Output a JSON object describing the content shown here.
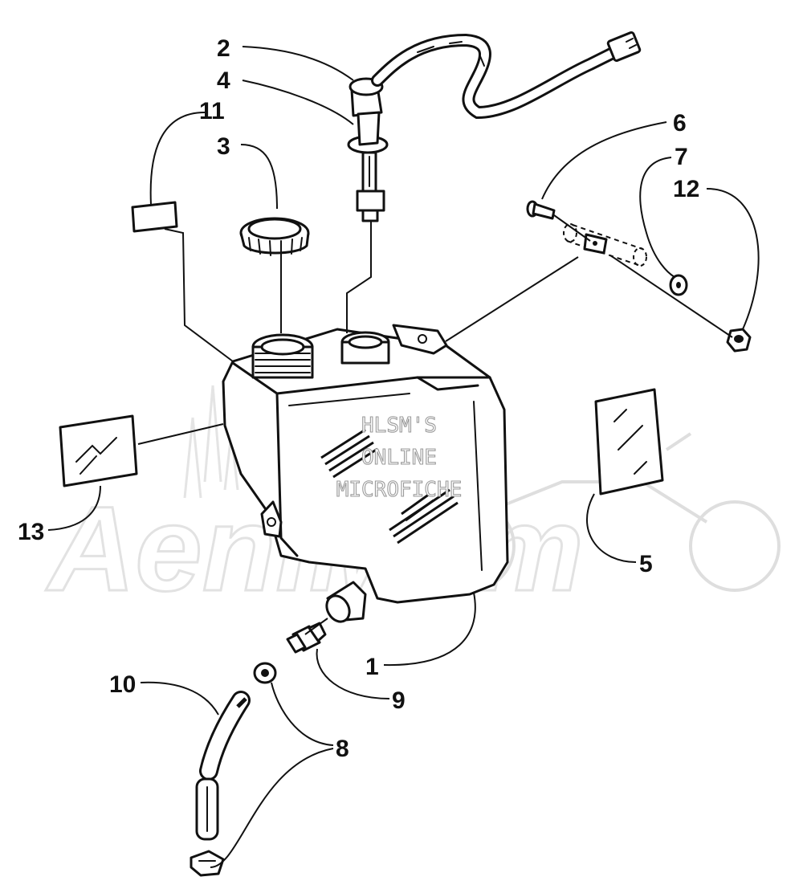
{
  "watermark": {
    "line1": "HLSM'S",
    "line2": "ONLINE",
    "line3": "MICROFICHE",
    "brand": "AeniMam"
  },
  "callouts": {
    "c1": "1",
    "c2": "2",
    "c3": "3",
    "c4": "4",
    "c5": "5",
    "c6": "6",
    "c7": "7",
    "c8": "8",
    "c9": "9",
    "c10": "10",
    "c11": "11",
    "c12": "12",
    "c13": "13"
  },
  "colors": {
    "ink": "#111111",
    "watermark": "#9a9a9a"
  }
}
